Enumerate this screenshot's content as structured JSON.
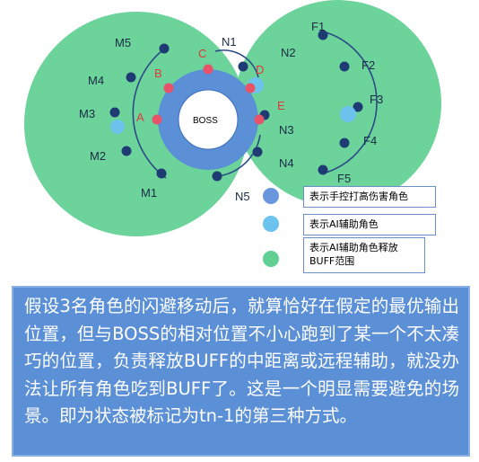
{
  "diagram": {
    "boss_label": "BOSS",
    "left_labels": [
      "M5",
      "M4",
      "M3",
      "M2",
      "M1"
    ],
    "right_labels": [
      "F1",
      "N2",
      "F2",
      "F3",
      "F4",
      "N4",
      "F5"
    ],
    "middle_labels": [
      "N1",
      "N3",
      "N5"
    ],
    "red_labels": [
      "A",
      "B",
      "C",
      "D",
      "E"
    ],
    "colors": {
      "buff_range": "#5fcf93",
      "boss_ring": "#5b8fd6",
      "dark_dot": "#1f3b73",
      "red_dot": "#e8536a",
      "ai_dot": "#6cc4ee",
      "arc": "#2c4a86"
    }
  },
  "legend": [
    {
      "text": "表示手控打高伤害角色",
      "color": "#6a96dd"
    },
    {
      "text": "表示AI辅助角色",
      "color": "#6cc4ee"
    },
    {
      "text": "表示AI辅助角色释放BUFF范围",
      "color": "#5fcf93"
    }
  ],
  "caption": "假设3名角色的闪避移动后，就算恰好在假定的最优输出位置，但与BOSS的相对位置不小心跑到了某一个不太凑巧的位置，负责释放BUFF的中距离或远程辅助，就没办法让所有角色吃到BUFF了。这是一个明显需要避免的场景。即为状态被标记为tn-1的第三种方式。"
}
